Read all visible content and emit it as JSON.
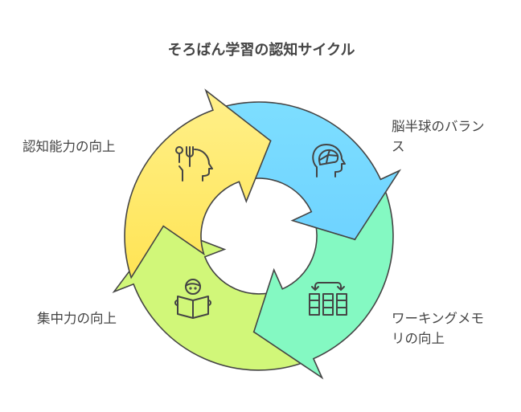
{
  "title": "そろばん学習の認知サイクル",
  "stages": [
    {
      "label": "認知能力の向上",
      "icon": "person-with-tools-icon",
      "color": "#FFEE84"
    },
    {
      "label_line1": "脳半球のバラン",
      "label_line2": "ス",
      "icon": "brain-head-icon",
      "color": "#7DDCFF"
    },
    {
      "label_line1": "ワーキングメモ",
      "label_line2": "リの向上",
      "icon": "memory-columns-swap-icon",
      "color": "#84F9C2"
    },
    {
      "label": "集中力の向上",
      "icon": "reading-person-icon",
      "color": "#D1F779"
    }
  ],
  "stroke_color": "#444444"
}
